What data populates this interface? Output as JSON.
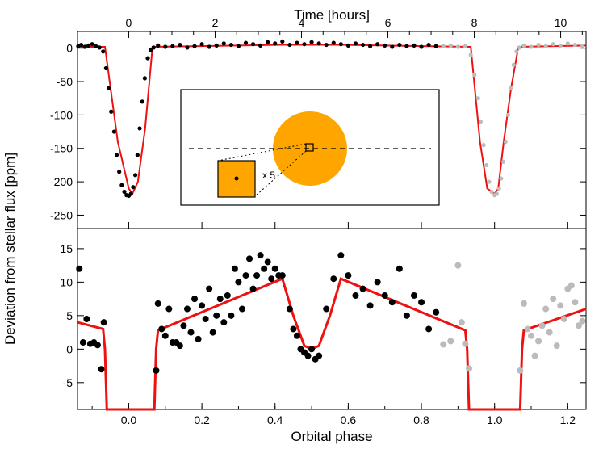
{
  "chart_data": [
    {
      "type": "scatter",
      "panel": "top",
      "ylabel": "Deviation from stellar flux [ppm]",
      "xlabel_top": "Time [hours]",
      "top_axis_ticks": [
        0,
        2,
        4,
        6,
        8,
        10
      ],
      "xlim": [
        -0.14,
        1.25
      ],
      "ylim": [
        -270,
        25
      ],
      "ticks_y": [
        0,
        -50,
        -100,
        -150,
        -200,
        -250
      ],
      "colors": {
        "observed": "#000000",
        "repeated": "#bbbbbb",
        "model": "#ee1111"
      },
      "model_line": {
        "x": [
          -0.14,
          -0.065,
          -0.03,
          0.0,
          0.01,
          0.025,
          0.045,
          0.065,
          0.42,
          0.5,
          0.58,
          0.935,
          0.96,
          0.98,
          1.0,
          1.01,
          1.025,
          1.045,
          1.065,
          1.25
        ],
        "y": [
          2,
          2,
          -140,
          -210,
          -218,
          -200,
          -120,
          2,
          5,
          5,
          5,
          2,
          -140,
          -210,
          -218,
          -210,
          -140,
          -60,
          2,
          4
        ]
      },
      "observed_points": {
        "x": [
          -0.138,
          -0.13,
          -0.12,
          -0.11,
          -0.1,
          -0.09,
          -0.08,
          -0.07,
          -0.062,
          -0.055,
          -0.048,
          -0.04,
          -0.033,
          -0.026,
          -0.019,
          -0.012,
          -0.006,
          0.0,
          0.006,
          0.012,
          0.018,
          0.024,
          0.03,
          0.037,
          0.044,
          0.052,
          0.06,
          0.068,
          0.08,
          0.1,
          0.12,
          0.14,
          0.16,
          0.18,
          0.2,
          0.22,
          0.24,
          0.26,
          0.28,
          0.3,
          0.32,
          0.34,
          0.36,
          0.38,
          0.4,
          0.42,
          0.44,
          0.46,
          0.48,
          0.5,
          0.52,
          0.54,
          0.56,
          0.58,
          0.6,
          0.62,
          0.64,
          0.66,
          0.68,
          0.7,
          0.72,
          0.74,
          0.76,
          0.78,
          0.8,
          0.82,
          0.84
        ],
        "y": [
          3,
          5,
          2,
          4,
          6,
          3,
          1,
          -5,
          -30,
          -60,
          -95,
          -125,
          -160,
          -185,
          -205,
          -215,
          -220,
          -221,
          -218,
          -208,
          -190,
          -160,
          -120,
          -80,
          -45,
          -15,
          -3,
          1,
          4,
          2,
          3,
          5,
          1,
          3,
          6,
          2,
          4,
          7,
          5,
          3,
          8,
          6,
          4,
          9,
          7,
          10,
          5,
          8,
          6,
          9,
          7,
          5,
          8,
          6,
          4,
          7,
          5,
          3,
          6,
          4,
          2,
          5,
          3,
          4,
          2,
          5,
          3
        ]
      },
      "repeated_points": {
        "x": [
          0.86,
          0.88,
          0.9,
          0.92,
          0.935,
          0.945,
          0.955,
          0.962,
          0.97,
          0.978,
          0.985,
          0.992,
          1.0,
          1.006,
          1.012,
          1.018,
          1.024,
          1.03,
          1.037,
          1.044,
          1.052,
          1.06,
          1.068,
          1.08,
          1.1,
          1.12,
          1.14,
          1.16,
          1.18,
          1.2,
          1.22,
          1.24
        ],
        "y": [
          3,
          4,
          2,
          3,
          -10,
          -40,
          -75,
          -110,
          -145,
          -175,
          -200,
          -215,
          -220,
          -218,
          -210,
          -195,
          -170,
          -140,
          -100,
          -60,
          -25,
          -5,
          1,
          4,
          2,
          5,
          3,
          6,
          4,
          7,
          5,
          3
        ]
      }
    },
    {
      "type": "scatter",
      "panel": "bottom",
      "xlabel": "Orbital phase",
      "xlim": [
        -0.14,
        1.25
      ],
      "ylim": [
        -9,
        18
      ],
      "ticks_x": [
        0.0,
        0.2,
        0.4,
        0.6,
        0.8,
        1.0,
        1.2
      ],
      "tick_labels_x": [
        "0.0",
        "0.2",
        "0.4",
        "0.6",
        "0.8",
        "1.0",
        "1.2"
      ],
      "ticks_y": [
        -5,
        0,
        5,
        10,
        15
      ],
      "model_line": {
        "x": [
          -0.14,
          -0.07,
          -0.065,
          -0.06,
          0.07,
          0.075,
          0.08,
          0.42,
          0.45,
          0.48,
          0.5,
          0.52,
          0.55,
          0.58,
          0.92,
          0.925,
          0.93,
          1.07,
          1.075,
          1.08,
          1.25
        ],
        "y": [
          4,
          3,
          0,
          -9,
          -9,
          0,
          2.8,
          10.5,
          5,
          0.5,
          0,
          0.5,
          5,
          10.5,
          2.8,
          0,
          -9,
          -9,
          0,
          2.8,
          6
        ]
      },
      "observed_points": {
        "x": [
          -0.135,
          -0.125,
          -0.115,
          -0.105,
          -0.095,
          -0.085,
          -0.075,
          -0.068,
          0.075,
          0.08,
          0.09,
          0.1,
          0.11,
          0.12,
          0.13,
          0.14,
          0.15,
          0.16,
          0.17,
          0.18,
          0.19,
          0.2,
          0.21,
          0.22,
          0.23,
          0.24,
          0.25,
          0.26,
          0.27,
          0.28,
          0.29,
          0.3,
          0.31,
          0.32,
          0.33,
          0.34,
          0.35,
          0.36,
          0.37,
          0.38,
          0.39,
          0.4,
          0.41,
          0.42,
          0.44,
          0.45,
          0.46,
          0.47,
          0.48,
          0.49,
          0.5,
          0.51,
          0.52,
          0.54,
          0.56,
          0.58,
          0.6,
          0.62,
          0.64,
          0.66,
          0.68,
          0.7,
          0.72,
          0.74,
          0.76,
          0.78,
          0.8,
          0.82,
          0.84
        ],
        "y": [
          12,
          1,
          4.5,
          0.8,
          1,
          0.6,
          -3,
          4,
          -3.2,
          6.8,
          3,
          2,
          6,
          1,
          1,
          0.5,
          3.5,
          6,
          2.5,
          7.5,
          1.5,
          6.5,
          4.5,
          9,
          2.5,
          5,
          7.5,
          4,
          8,
          5,
          12,
          10,
          6,
          11,
          13.5,
          9,
          11,
          14,
          12,
          13,
          10.5,
          12,
          11,
          11,
          6,
          3,
          2,
          0,
          -0.5,
          -1,
          0,
          -1.5,
          -1,
          6,
          10.5,
          14,
          11,
          8,
          9,
          6.5,
          10,
          8,
          7,
          12,
          5,
          8,
          7,
          3,
          5.5
        ]
      },
      "repeated_points": {
        "x": [
          0.86,
          0.88,
          0.9,
          0.91,
          0.92,
          0.93,
          1.07,
          1.08,
          1.09,
          1.1,
          1.11,
          1.12,
          1.13,
          1.14,
          1.15,
          1.16,
          1.17,
          1.18,
          1.19,
          1.2,
          1.21,
          1.22,
          1.23,
          1.24
        ],
        "y": [
          0.7,
          1.2,
          12.5,
          4,
          0.8,
          -2.9,
          -3.2,
          6.8,
          3,
          2,
          -1,
          1.2,
          3.5,
          6,
          2.5,
          7.5,
          0.5,
          6.5,
          4.5,
          9,
          9.5,
          7,
          3.5,
          4.2
        ]
      }
    }
  ],
  "inset": {
    "zoom_label": "x 5"
  }
}
